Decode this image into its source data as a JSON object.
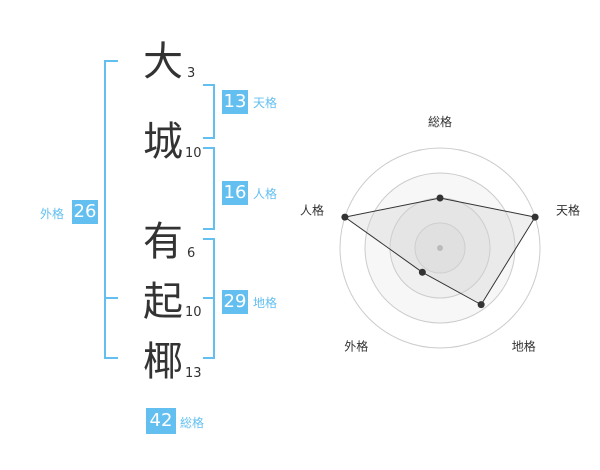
{
  "name": {
    "characters": [
      {
        "char": "大",
        "strokes": "3"
      },
      {
        "char": "城",
        "strokes": "10"
      },
      {
        "char": "有",
        "strokes": "6"
      },
      {
        "char": "起",
        "strokes": "10"
      },
      {
        "char": "椰",
        "strokes": "13"
      }
    ]
  },
  "kaku": {
    "tenkaku": {
      "value": "13",
      "label": "天格"
    },
    "jinkaku": {
      "value": "16",
      "label": "人格"
    },
    "chikaku": {
      "value": "29",
      "label": "地格"
    },
    "gaikaku": {
      "value": "26",
      "label": "外格"
    },
    "soukaku": {
      "value": "42",
      "label": "総格"
    }
  },
  "colors": {
    "accent": "#62bff0",
    "text": "#333333",
    "grid": "#cccccc"
  },
  "chart_data": {
    "type": "radar",
    "axes": [
      "総格",
      "天格",
      "地格",
      "外格",
      "人格"
    ],
    "values": [
      0.5,
      1.0,
      0.7,
      0.3,
      1.0
    ],
    "rings": 4
  }
}
